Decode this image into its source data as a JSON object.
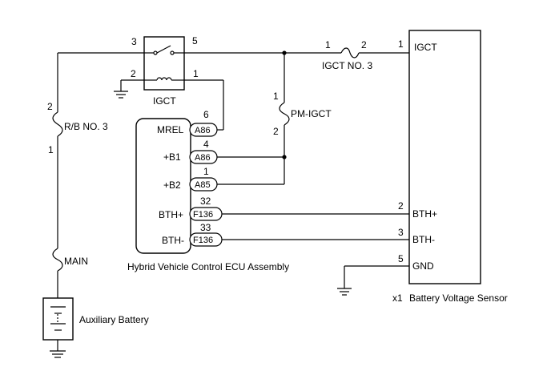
{
  "relay": {
    "name": "IGCT",
    "pins": {
      "p1": "1",
      "p2": "2",
      "p3": "3",
      "p5": "5"
    }
  },
  "fuses": {
    "rb3": {
      "name": "R/B NO. 3",
      "pin_top": "2",
      "pin_bottom": "1"
    },
    "main": {
      "name": "MAIN"
    },
    "igct3": {
      "name": "IGCT NO. 3",
      "pin_left": "1",
      "pin_right": "2"
    },
    "pmigct": {
      "name": "PM-IGCT",
      "pin_top": "1",
      "pin_bottom": "2"
    }
  },
  "ecu": {
    "name": "Hybrid Vehicle Control ECU Assembly",
    "terminals": [
      {
        "label": "MREL",
        "connector": "A86",
        "pin": "6"
      },
      {
        "label": "+B1",
        "connector": "A86",
        "pin": "4"
      },
      {
        "label": "+B2",
        "connector": "A85",
        "pin": "1"
      },
      {
        "label": "BTH+",
        "connector": "F136",
        "pin": "32"
      },
      {
        "label": "BTH-",
        "connector": "F136",
        "pin": "33"
      }
    ]
  },
  "sensor": {
    "name": "Battery Voltage Sensor",
    "qty": "x1",
    "terminals": [
      {
        "label": "IGCT",
        "pin": "1"
      },
      {
        "label": "BTH+",
        "pin": "2"
      },
      {
        "label": "BTH-",
        "pin": "3"
      },
      {
        "label": "GND",
        "pin": "5"
      }
    ]
  },
  "battery": {
    "name": "Auxiliary Battery"
  }
}
